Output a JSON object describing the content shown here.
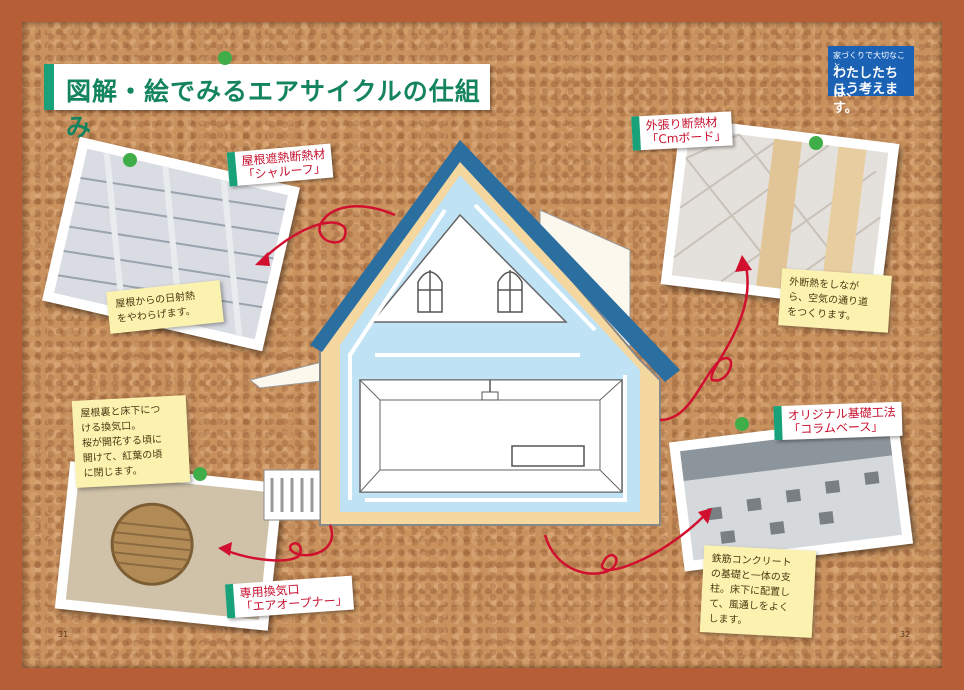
{
  "title": "図解・絵でみるエアサイクルの仕組み",
  "tagline": {
    "line1": "家づくりで大切なこと。",
    "line2": "わたしたちは、",
    "line3": "こう考えます。"
  },
  "roof_label": {
    "line1": "屋根遮熱断熱材",
    "line2": "「シャルーフ」"
  },
  "roof_note": {
    "line1": "屋根からの日射熱",
    "line2": "をやわらげます。"
  },
  "wall_label": {
    "line1": "外張り断熱材",
    "line2": "「Cmボード」"
  },
  "wall_note": {
    "line1": "外断熱をしなが",
    "line2": "ら、空気の通り道",
    "line3": "をつくります。"
  },
  "vent_note": {
    "line1": "屋根裏と床下につ",
    "line2": "ける換気口。",
    "line3": "桜が開花する頃に",
    "line4": "開けて、紅葉の頃",
    "line5": "に閉じます。"
  },
  "vent_label": {
    "line1": "専用換気口",
    "line2": "「エアオープナー」"
  },
  "foundation_label": {
    "line1": "オリジナル基礎工法",
    "line2": "「コラムベース」"
  },
  "foundation_note": {
    "line1": "鉄筋コンクリート",
    "line2": "の基礎と一体の支",
    "line3": "柱。床下に配置し",
    "line4": "て、風通しをよく",
    "line5": "します。"
  },
  "page_left": "31",
  "page_right": "32",
  "colors": {
    "accent_green": "#19a27a",
    "label_red": "#c8102e",
    "frame": "#b65e35",
    "cork": "#c8915d",
    "tagline_blue": "#1b62b5"
  },
  "icons": [
    "pushpin-icon",
    "red-arrow-icon"
  ]
}
